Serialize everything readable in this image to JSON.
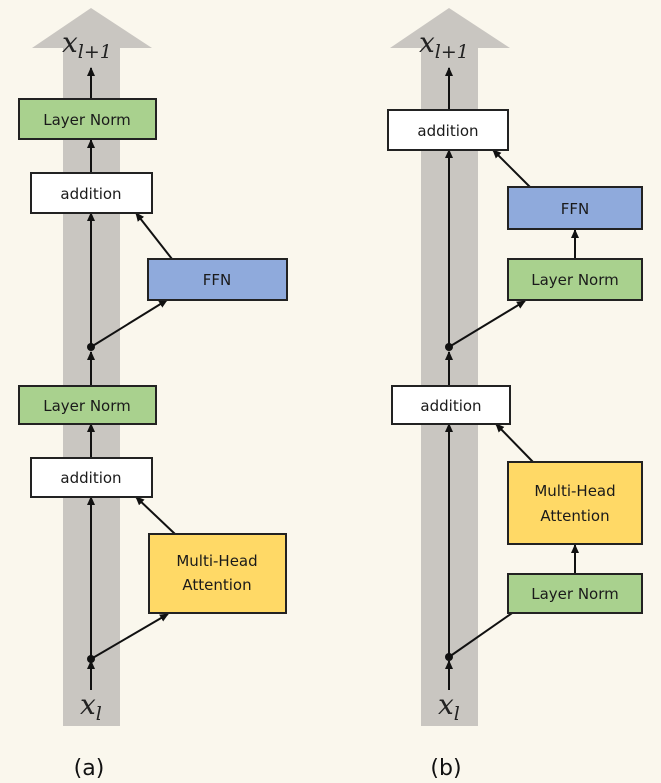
{
  "colors": {
    "background": "#faf7ed",
    "residual_stream": "#c9c6c1",
    "layer_norm": "#a9d18e",
    "addition": "#ffffff",
    "ffn": "#8faadc",
    "attention": "#ffd966",
    "arrow": "#111111"
  },
  "panel_a": {
    "caption": "(a)",
    "output_var": "x",
    "output_sub": "l+1",
    "input_var": "x",
    "input_sub": "l",
    "layer_norm_top": "Layer Norm",
    "addition_top": "addition",
    "ffn": "FFN",
    "layer_norm_mid": "Layer Norm",
    "addition_bottom": "addition",
    "attention_line1": "Multi-Head",
    "attention_line2": "Attention"
  },
  "panel_b": {
    "caption": "(b)",
    "output_var": "x",
    "output_sub": "l+1",
    "input_var": "x",
    "input_sub": "l",
    "addition_top": "addition",
    "ffn": "FFN",
    "layer_norm_upper": "Layer Norm",
    "addition_mid": "addition",
    "attention_line1": "Multi-Head",
    "attention_line2": "Attention",
    "layer_norm_lower": "Layer Norm"
  }
}
